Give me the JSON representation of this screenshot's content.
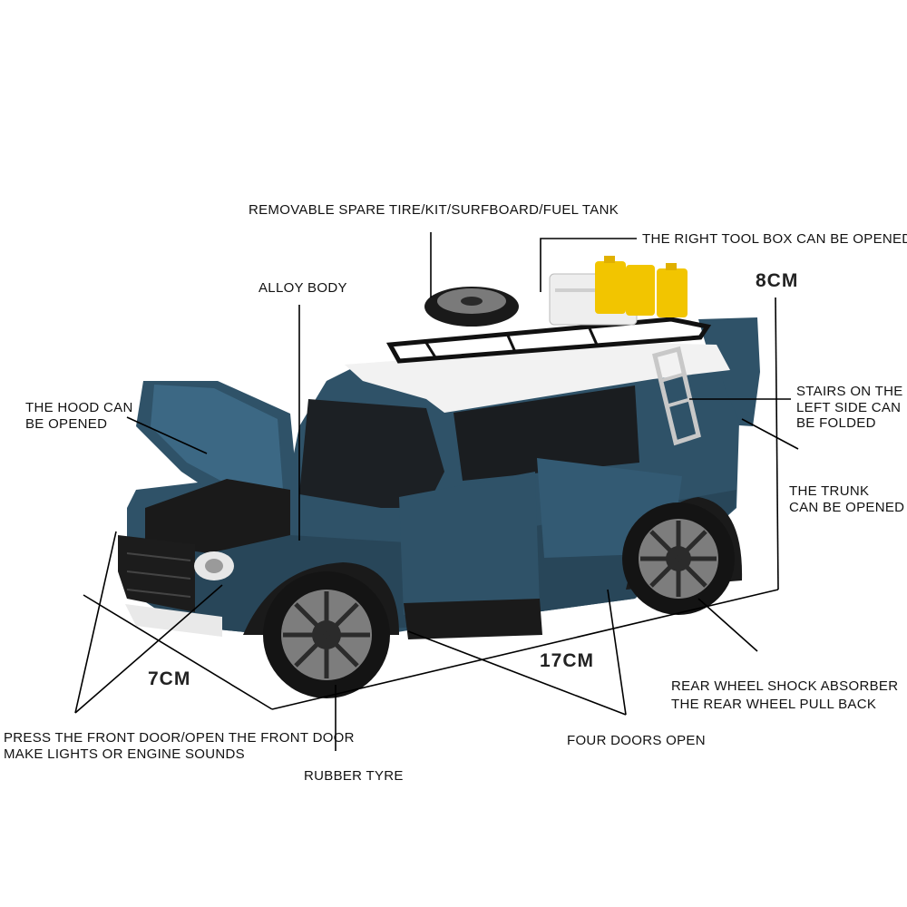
{
  "colors": {
    "body": "#2f5268",
    "roof": "#f2f2f2",
    "line": "#000000",
    "accent_yellow": "#f2c500"
  },
  "labels": {
    "spare_tire": "REMOVABLE SPARE TIRE/KIT/SURFBOARD/FUEL TANK",
    "tool_box": "THE RIGHT TOOL BOX CAN BE OPENED",
    "alloy_body": "ALLOY BODY",
    "hood_line1": "THE HOOD CAN",
    "hood_line2": "BE OPENED",
    "stairs_line1": "STAIRS ON THE",
    "stairs_line2": "LEFT SIDE CAN",
    "stairs_line3": "BE FOLDED",
    "trunk_line1": "THE TRUNK",
    "trunk_line2": "CAN BE OPENED",
    "rear_wheel_line1": "REAR WHEEL SHOCK ABSORBER",
    "rear_wheel_line2": "THE REAR WHEEL PULL BACK",
    "press_line1": "PRESS THE FRONT DOOR/OPEN THE FRONT DOOR",
    "press_line2": "MAKE LIGHTS OR ENGINE SOUNDS",
    "four_doors": "FOUR DOORS OPEN",
    "rubber_tyre": "RUBBER TYRE"
  },
  "dimensions": {
    "height": "8CM",
    "length": "17CM",
    "width": "7CM"
  }
}
